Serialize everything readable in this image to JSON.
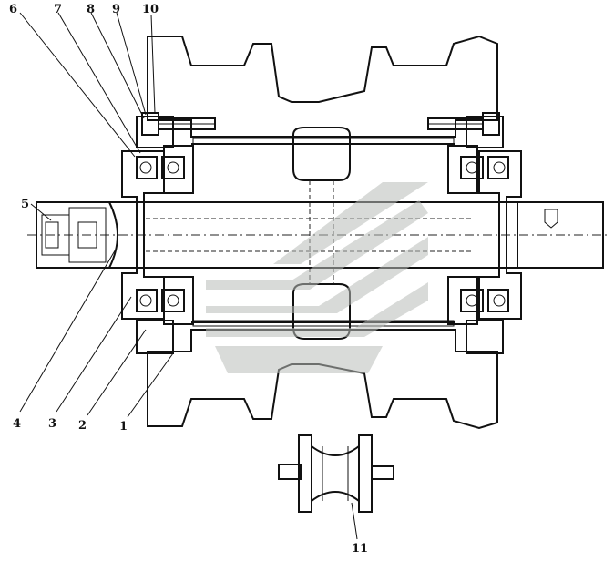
{
  "callouts": [
    {
      "id": "c1",
      "label": "1"
    },
    {
      "id": "c2",
      "label": "2"
    },
    {
      "id": "c3",
      "label": "3"
    },
    {
      "id": "c4",
      "label": "4"
    },
    {
      "id": "c5",
      "label": "5"
    },
    {
      "id": "c6",
      "label": "6"
    },
    {
      "id": "c7",
      "label": "7"
    },
    {
      "id": "c8",
      "label": "8"
    },
    {
      "id": "c9",
      "label": "9"
    },
    {
      "id": "c10",
      "label": "10"
    },
    {
      "id": "c11",
      "label": "11"
    }
  ],
  "colors": {
    "line": "#111111",
    "hatch": "#333333",
    "watermark": "#b9bdb9",
    "background": "#ffffff"
  }
}
